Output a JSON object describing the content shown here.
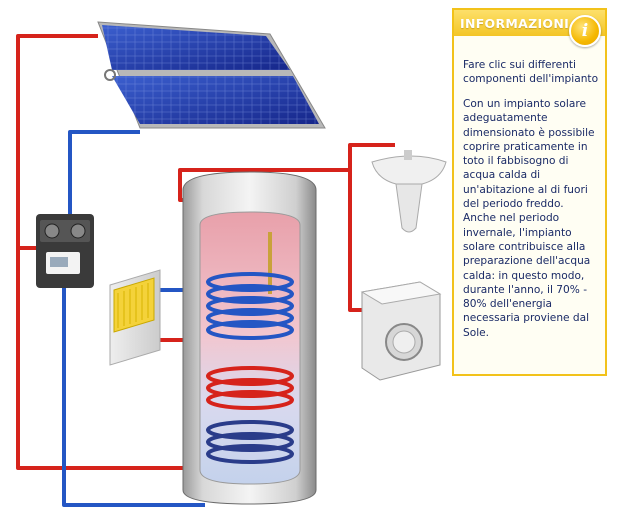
{
  "info_panel": {
    "title": "INFORMAZIONI",
    "icon": "info-icon",
    "icon_glyph": "i",
    "hint_line1": "Fare clic sui differenti",
    "hint_line2": "componenti dell'impianto",
    "body_lines": [
      "Con un impianto solare",
      "adeguatamente",
      "dimensionato è possibile",
      "coprire praticamente in",
      "toto il fabbisogno di",
      "acqua calda di",
      "un'abitazione al di fuori",
      "del periodo freddo.",
      "Anche nel periodo",
      "invernale, l'impianto",
      "solare contribuisce alla",
      "preparazione dell'acqua",
      "calda: in questo modo,",
      "durante l'anno, il 70% -",
      "80% dell'energia",
      "necessaria proviene dal",
      "Sole."
    ]
  },
  "colors": {
    "hot_pipe": "#d6231b",
    "cold_pipe": "#2456c4",
    "panel_border": "#f2c21a",
    "panel_text": "#1a2a66"
  }
}
